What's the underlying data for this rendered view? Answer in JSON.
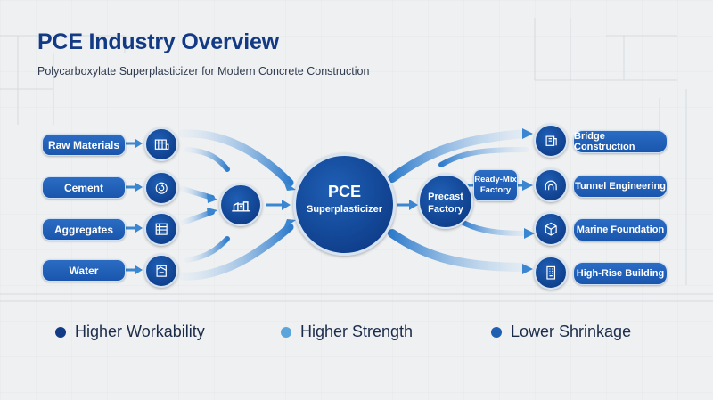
{
  "header": {
    "title": "PCE Industry Overview",
    "subtitle": "Polycarboxylate Superplasticizer for Modern Concrete Construction"
  },
  "inputs": [
    {
      "label": "Raw Materials",
      "icon": "factory-icon"
    },
    {
      "label": "Cement",
      "icon": "mixer-icon"
    },
    {
      "label": "Aggregates",
      "icon": "aggregate-icon"
    },
    {
      "label": "Water",
      "icon": "water-icon"
    }
  ],
  "center": {
    "plant_icon": "plant-icon",
    "hub_line1": "PCE",
    "hub_line2": "Superplasticizer"
  },
  "mid": {
    "precast_line1": "Precast",
    "precast_line2": "Factory",
    "readymix_line1": "Ready-Mix",
    "readymix_line2": "Factory"
  },
  "outputs": [
    {
      "label": "Bridge Construction",
      "icon": "bridge-icon"
    },
    {
      "label": "Tunnel Engineering",
      "icon": "tunnel-icon"
    },
    {
      "label": "Marine Foundation",
      "icon": "foundation-icon"
    },
    {
      "label": "High-Rise Building",
      "icon": "building-icon"
    }
  ],
  "benefits": [
    {
      "label": "Higher Workability",
      "color": "#123a85"
    },
    {
      "label": "Higher Strength",
      "color": "#5aa6dc"
    },
    {
      "label": "Lower Shrinkage",
      "color": "#1d5fb0"
    }
  ],
  "colors": {
    "primary": "#123a85",
    "accent": "#2b6cc4",
    "arrow": "#3b86d0"
  }
}
